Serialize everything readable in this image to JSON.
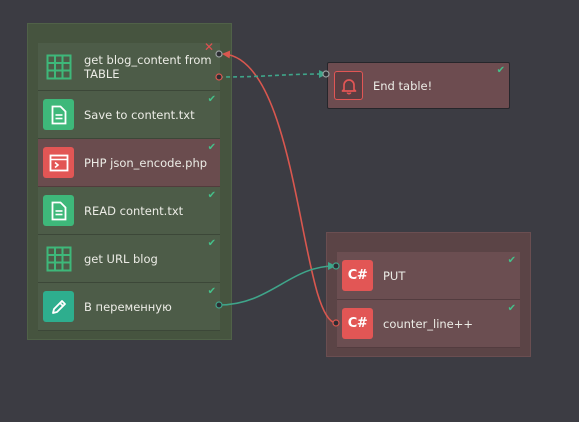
{
  "colors": {
    "background": "#3c3c43",
    "green_group": "#46543f",
    "red_group": "#5b4446",
    "green_icon": "#3eb87a",
    "red_icon": "#e25655",
    "check": "#45c08a",
    "wire_red": "#d9574f",
    "wire_teal": "#3fa58a"
  },
  "green_group": {
    "nodes": [
      {
        "label": "get blog_content from TABLE",
        "icon": "table-icon",
        "status": "error"
      },
      {
        "label": "Save to content.txt",
        "icon": "file-icon",
        "status": "ok"
      },
      {
        "label": "PHP json_encode.php",
        "icon": "php-script-icon",
        "status": "ok"
      },
      {
        "label": "READ content.txt",
        "icon": "file-icon",
        "status": "ok"
      },
      {
        "label": "get URL blog",
        "icon": "table-icon",
        "status": "ok"
      },
      {
        "label": "В переменную",
        "icon": "pencil-icon",
        "status": "ok"
      }
    ]
  },
  "end_node": {
    "label": "End table!",
    "icon": "bell-icon",
    "status": "ok"
  },
  "red_group": {
    "nodes": [
      {
        "label": "PUT",
        "icon": "csharp-icon",
        "icon_text": "C#",
        "status": "ok"
      },
      {
        "label": "counter_line++",
        "icon": "csharp-icon",
        "icon_text": "C#",
        "status": "ok"
      }
    ]
  },
  "symbols": {
    "check": "✔",
    "x": "✕"
  }
}
